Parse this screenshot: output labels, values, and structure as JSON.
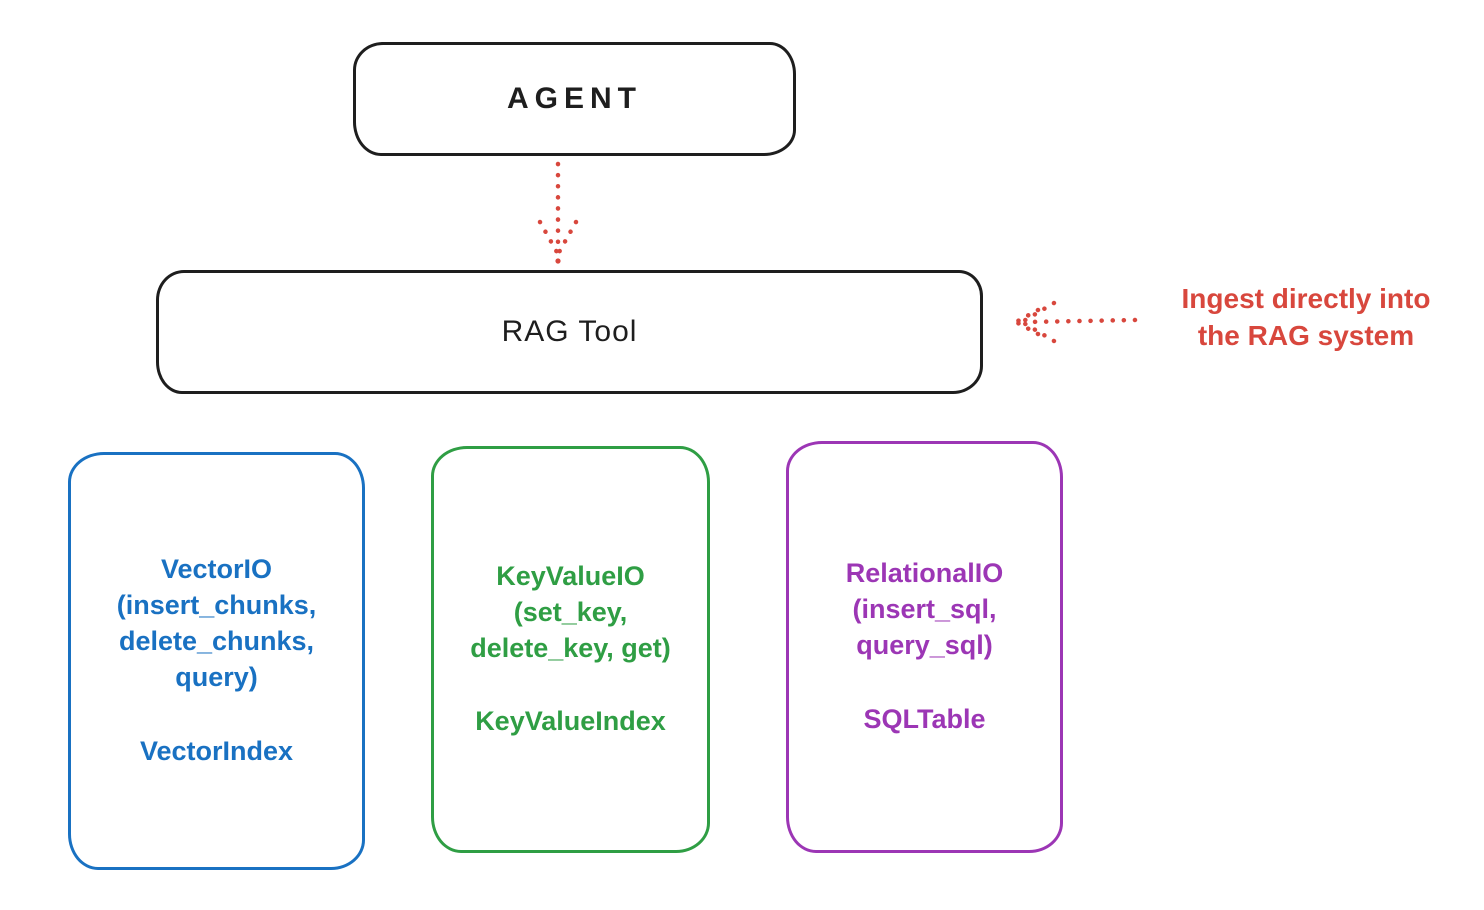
{
  "agent_box": {
    "label": "AGENT"
  },
  "rag_tool_box": {
    "label": "RAG Tool"
  },
  "annotation": {
    "line1": "Ingest directly into",
    "line2": "the RAG system"
  },
  "arrows": [
    {
      "name": "agent-to-rag-tool",
      "style": "dotted",
      "direction": "down"
    },
    {
      "name": "annotation-to-rag-tool",
      "style": "dotted",
      "direction": "left"
    }
  ],
  "io_boxes": [
    {
      "id": "vector-io",
      "lines": [
        "VectorIO",
        "(insert_chunks,",
        "delete_chunks,",
        "query)"
      ],
      "index_label": "VectorIndex",
      "color": "#1971c2"
    },
    {
      "id": "keyvalue-io",
      "lines": [
        "KeyValueIO",
        "(set_key,",
        "delete_key, get)"
      ],
      "index_label": "KeyValueIndex",
      "color": "#2f9e44"
    },
    {
      "id": "relational-io",
      "lines": [
        "RelationalIO",
        "(insert_sql,",
        "query_sql)"
      ],
      "index_label": "SQLTable",
      "color": "#9c36b5"
    }
  ],
  "colors": {
    "outline": "#1e1e1e",
    "red": "#d8473d",
    "blue": "#1971c2",
    "green": "#2f9e44",
    "purple": "#9c36b5",
    "background": "#ffffff"
  }
}
